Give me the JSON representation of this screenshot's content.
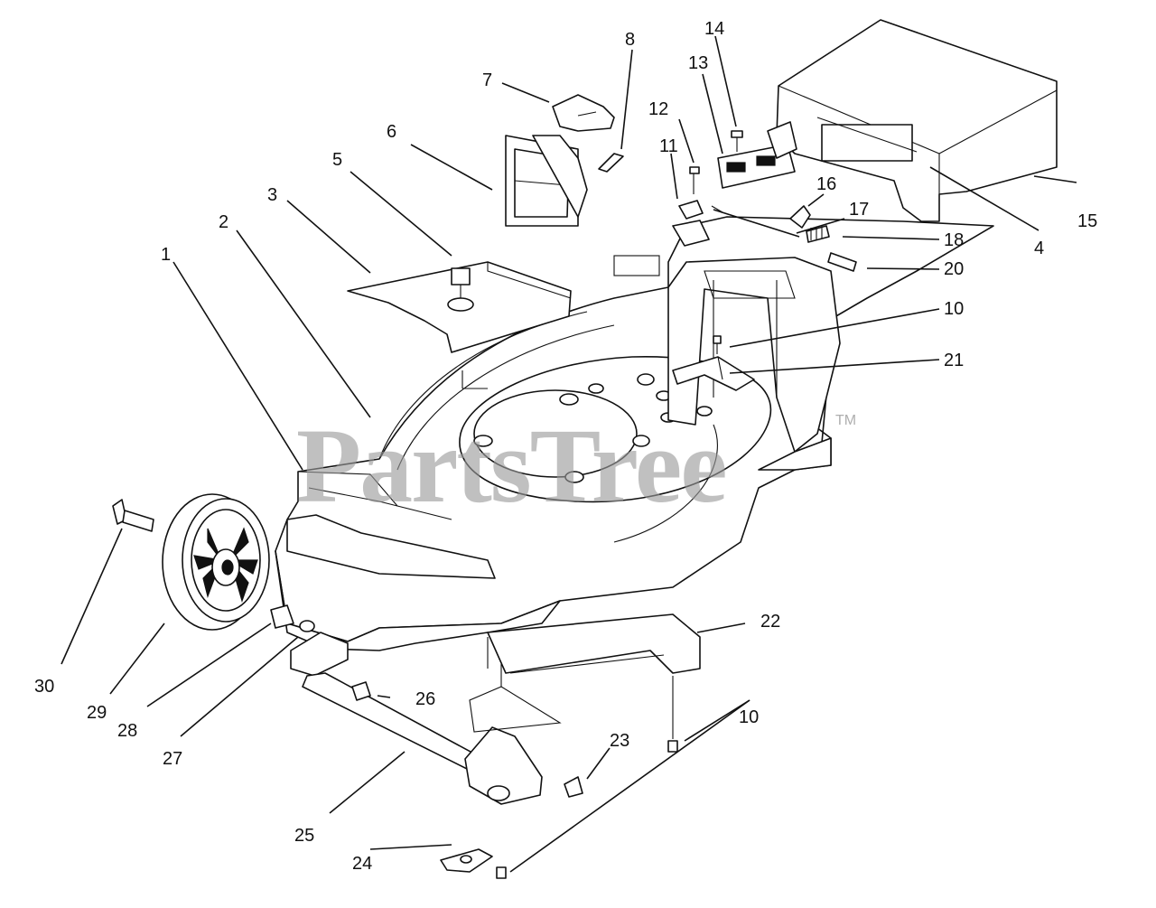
{
  "watermark": {
    "brand": "PartsTree",
    "trademark": "TM"
  },
  "callouts": [
    {
      "id": "c1",
      "label": "1"
    },
    {
      "id": "c2",
      "label": "2"
    },
    {
      "id": "c3",
      "label": "3"
    },
    {
      "id": "c4",
      "label": "4"
    },
    {
      "id": "c5",
      "label": "5"
    },
    {
      "id": "c6",
      "label": "6"
    },
    {
      "id": "c7",
      "label": "7"
    },
    {
      "id": "c8",
      "label": "8"
    },
    {
      "id": "c10a",
      "label": "10"
    },
    {
      "id": "c10b",
      "label": "10"
    },
    {
      "id": "c11",
      "label": "11"
    },
    {
      "id": "c12",
      "label": "12"
    },
    {
      "id": "c13",
      "label": "13"
    },
    {
      "id": "c14",
      "label": "14"
    },
    {
      "id": "c15",
      "label": "15"
    },
    {
      "id": "c16",
      "label": "16"
    },
    {
      "id": "c17",
      "label": "17"
    },
    {
      "id": "c18",
      "label": "18"
    },
    {
      "id": "c20",
      "label": "20"
    },
    {
      "id": "c21",
      "label": "21"
    },
    {
      "id": "c22",
      "label": "22"
    },
    {
      "id": "c23",
      "label": "23"
    },
    {
      "id": "c24",
      "label": "24"
    },
    {
      "id": "c25",
      "label": "25"
    },
    {
      "id": "c26",
      "label": "26"
    },
    {
      "id": "c27",
      "label": "27"
    },
    {
      "id": "c28",
      "label": "28"
    },
    {
      "id": "c29",
      "label": "29"
    },
    {
      "id": "c30",
      "label": "30"
    }
  ]
}
